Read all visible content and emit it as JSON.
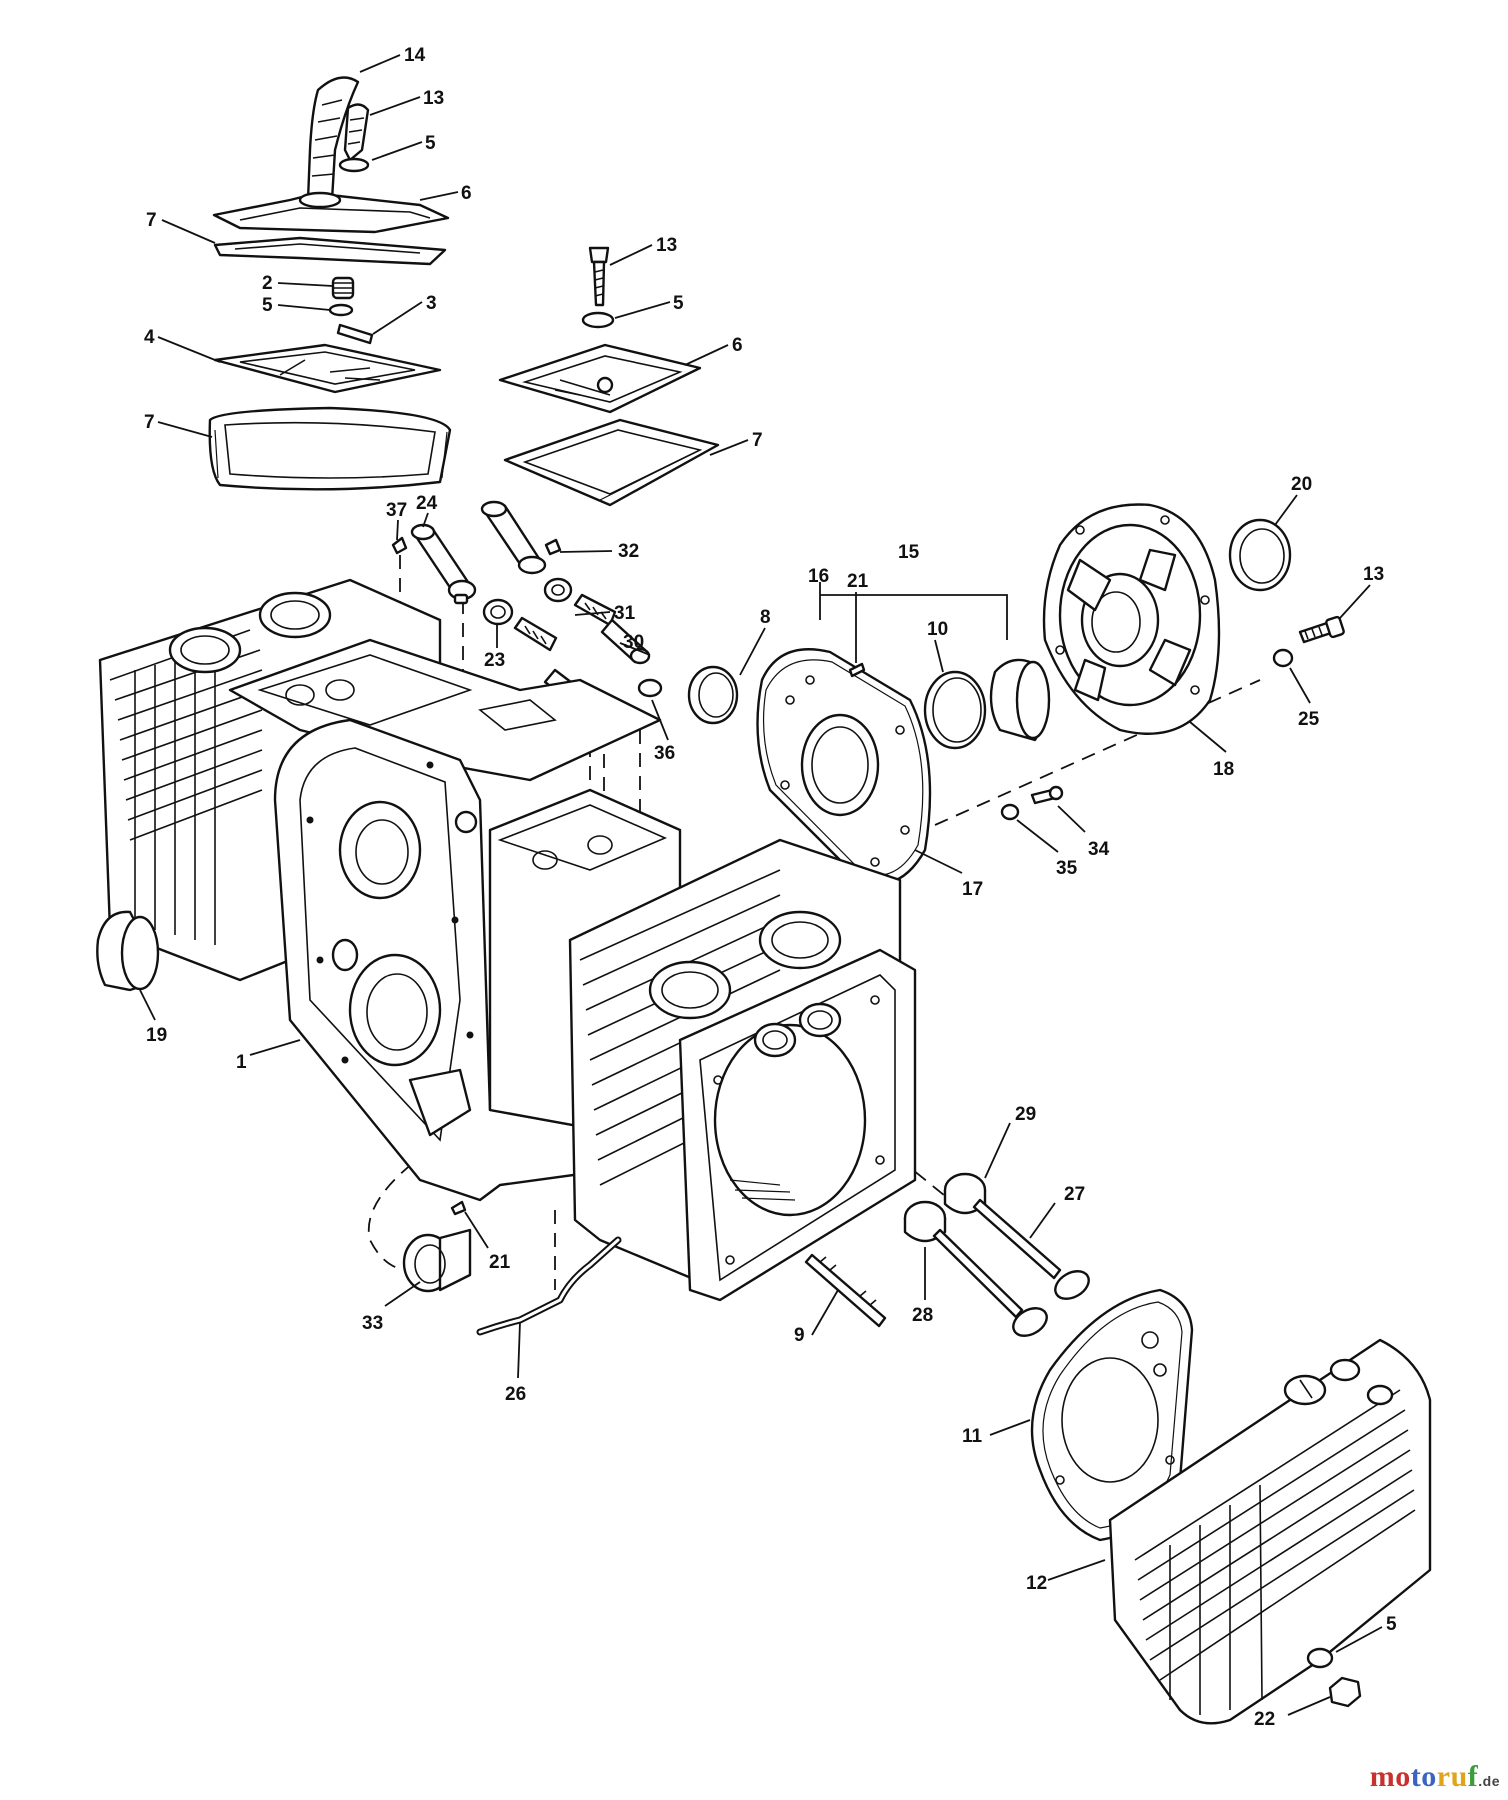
{
  "watermark": {
    "parts": [
      "mo",
      "to",
      "ru",
      "f"
    ],
    "tld": ".de"
  },
  "callouts": [
    {
      "id": "c14",
      "text": "14"
    },
    {
      "id": "c13a",
      "text": "13"
    },
    {
      "id": "c5a",
      "text": "5"
    },
    {
      "id": "c6a",
      "text": "6"
    },
    {
      "id": "c7a",
      "text": "7"
    },
    {
      "id": "c2",
      "text": "2"
    },
    {
      "id": "c5b",
      "text": "5"
    },
    {
      "id": "c3",
      "text": "3"
    },
    {
      "id": "c4",
      "text": "4"
    },
    {
      "id": "c7b",
      "text": "7"
    },
    {
      "id": "c13b",
      "text": "13"
    },
    {
      "id": "c5c",
      "text": "5"
    },
    {
      "id": "c6b",
      "text": "6"
    },
    {
      "id": "c7c",
      "text": "7"
    },
    {
      "id": "c37",
      "text": "37"
    },
    {
      "id": "c24",
      "text": "24"
    },
    {
      "id": "c32",
      "text": "32"
    },
    {
      "id": "c31",
      "text": "31"
    },
    {
      "id": "c30",
      "text": "30"
    },
    {
      "id": "c23",
      "text": "23"
    },
    {
      "id": "c36",
      "text": "36"
    },
    {
      "id": "c8",
      "text": "8"
    },
    {
      "id": "c15",
      "text": "15"
    },
    {
      "id": "c16",
      "text": "16"
    },
    {
      "id": "c21a",
      "text": "21"
    },
    {
      "id": "c10",
      "text": "10"
    },
    {
      "id": "c20",
      "text": "20"
    },
    {
      "id": "c13c",
      "text": "13"
    },
    {
      "id": "c25",
      "text": "25"
    },
    {
      "id": "c18",
      "text": "18"
    },
    {
      "id": "c34",
      "text": "34"
    },
    {
      "id": "c35",
      "text": "35"
    },
    {
      "id": "c17",
      "text": "17"
    },
    {
      "id": "c19",
      "text": "19"
    },
    {
      "id": "c1",
      "text": "1"
    },
    {
      "id": "c29",
      "text": "29"
    },
    {
      "id": "c27",
      "text": "27"
    },
    {
      "id": "c28",
      "text": "28"
    },
    {
      "id": "c9",
      "text": "9"
    },
    {
      "id": "c21b",
      "text": "21"
    },
    {
      "id": "c33",
      "text": "33"
    },
    {
      "id": "c26",
      "text": "26"
    },
    {
      "id": "c11",
      "text": "11"
    },
    {
      "id": "c12",
      "text": "12"
    },
    {
      "id": "c5d",
      "text": "5"
    },
    {
      "id": "c22",
      "text": "22"
    }
  ]
}
